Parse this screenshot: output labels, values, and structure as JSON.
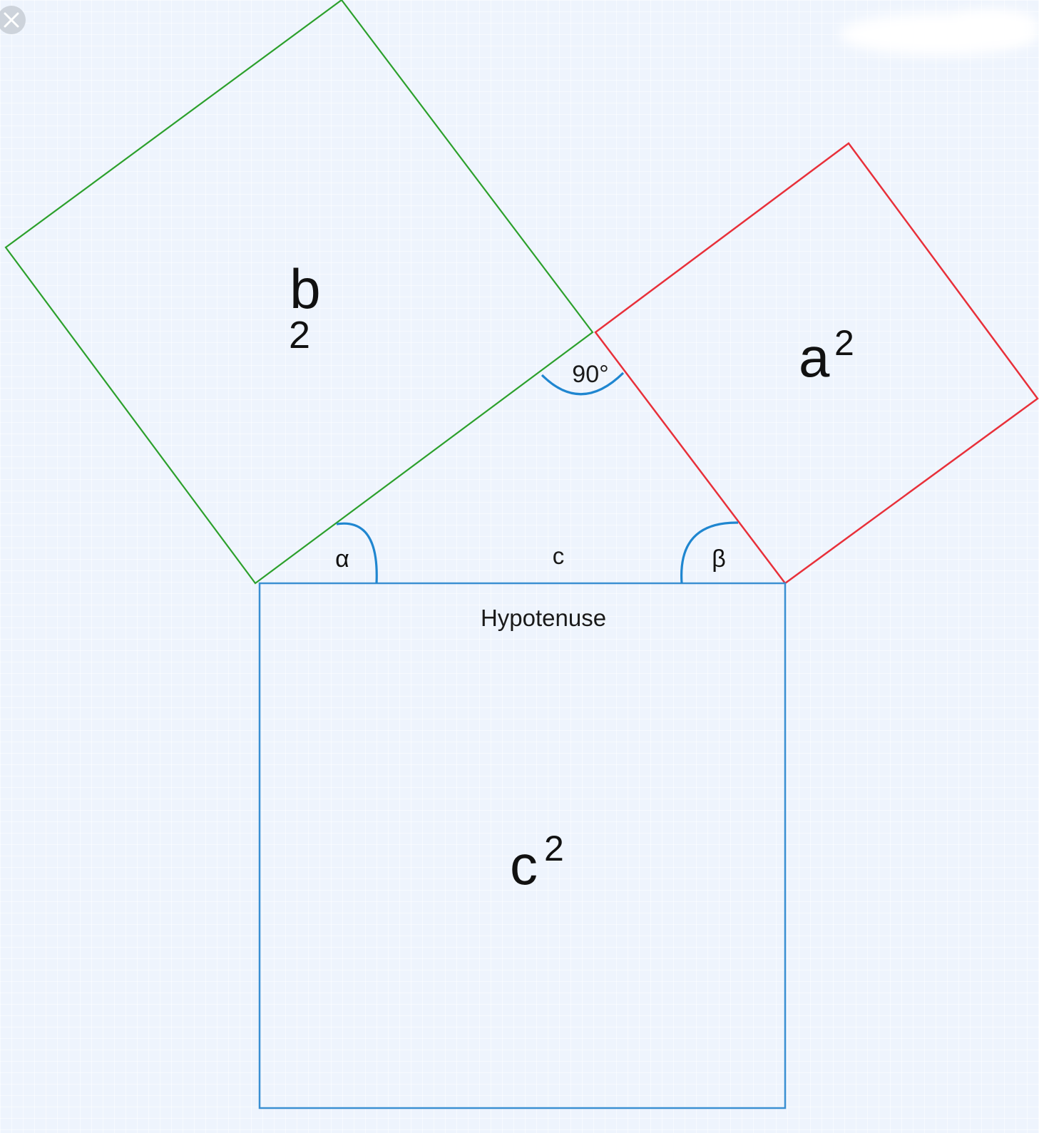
{
  "diagram": {
    "labels": {
      "b": "b",
      "b_exp": "2",
      "a": "a",
      "a_exp": "2",
      "c_sq": "c",
      "c_sq_exp": "2",
      "c_side": "c",
      "hypotenuse": "Hypotenuse",
      "alpha": "α",
      "beta": "β",
      "right_angle": "90°"
    },
    "colors": {
      "square_b": "#2ca02c",
      "square_a": "#e8303a",
      "square_c": "#3a8fd2",
      "angle_arc": "#1f86d0",
      "text": "#111111",
      "background": "#eef4fd"
    },
    "icons": {
      "close": "close-icon"
    }
  }
}
